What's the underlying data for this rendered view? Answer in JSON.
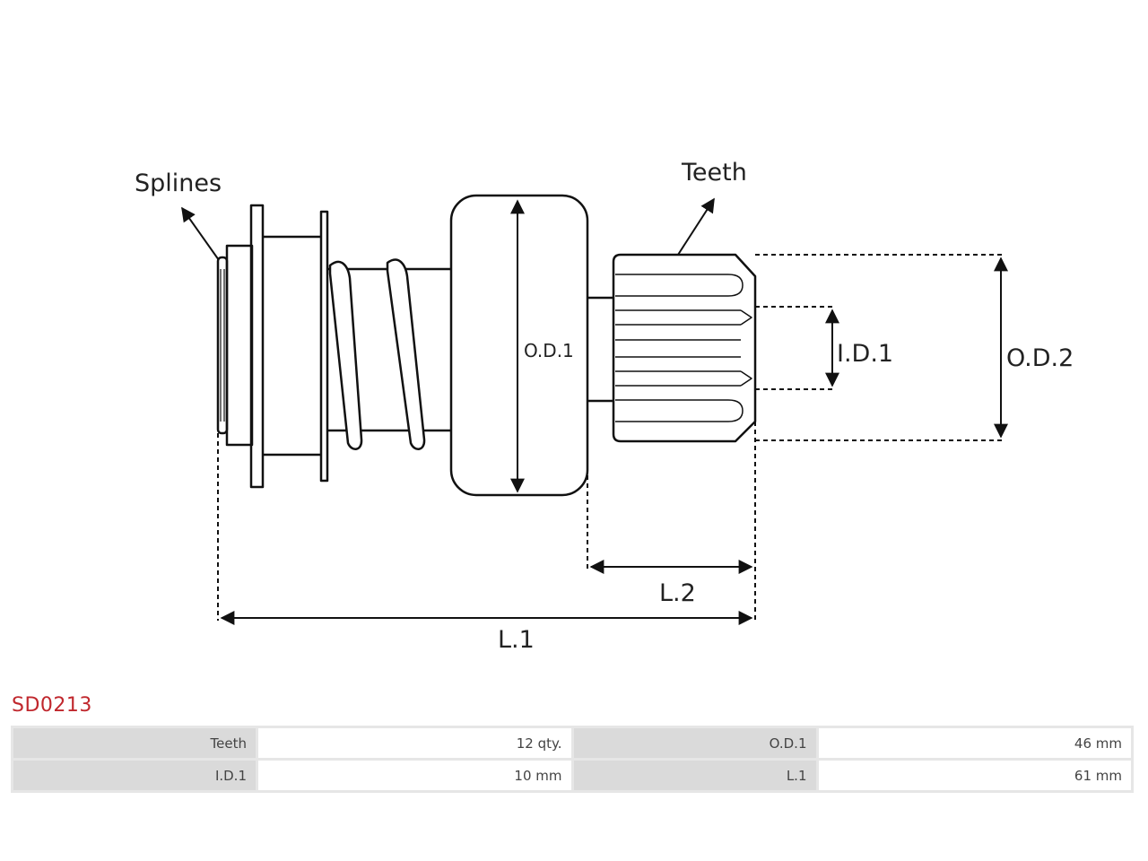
{
  "diagram": {
    "labels": {
      "splines": "Splines",
      "teeth": "Teeth",
      "od1": "O.D.1",
      "id1": "I.D.1",
      "od2": "O.D.2",
      "l1": "L.1",
      "l2": "L.2"
    },
    "colors": {
      "line": "#111111",
      "text": "#222222"
    }
  },
  "product": {
    "code": "SD0213",
    "code_color": "#c0272d"
  },
  "specs": {
    "rows": [
      {
        "label_a": "Teeth",
        "value_a": "12 qty.",
        "label_b": "O.D.1",
        "value_b": "46 mm"
      },
      {
        "label_a": "I.D.1",
        "value_a": "10 mm",
        "label_b": "L.1",
        "value_b": "61 mm"
      }
    ]
  }
}
